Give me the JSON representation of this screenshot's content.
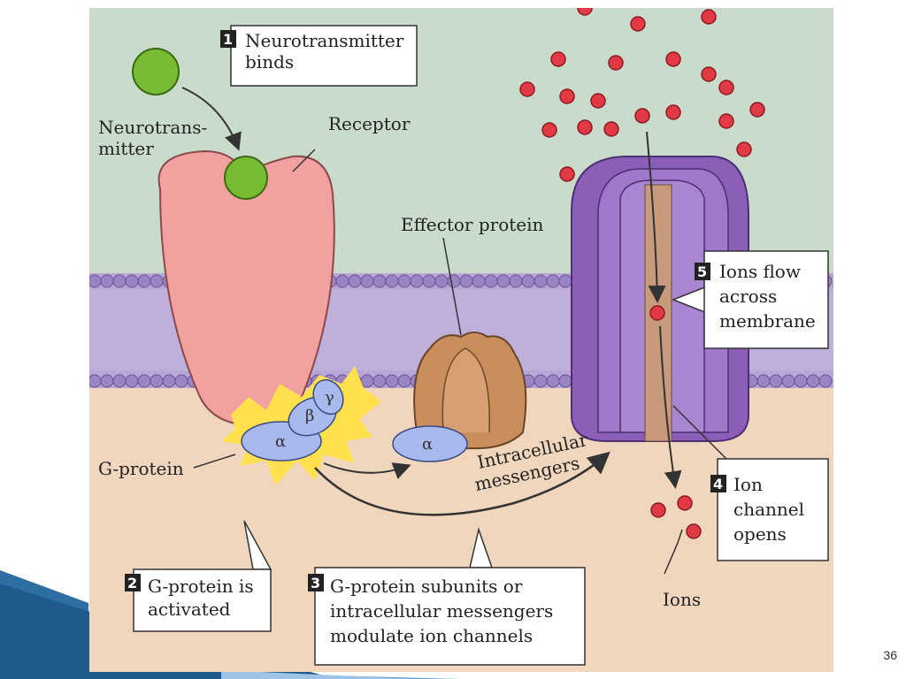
{
  "page_number": "36",
  "labels": {
    "neurotransmitter": [
      "Neurotrans-",
      "mitter"
    ],
    "receptor": "Receptor",
    "effector_protein": "Effector protein",
    "g_protein": "G-protein",
    "ions": "Ions",
    "intracellular_messengers": [
      "Intracellular",
      "messengers"
    ],
    "subunit_alpha": "α",
    "subunit_beta": "β",
    "subunit_gamma": "γ",
    "effector_alpha": "α"
  },
  "steps": [
    {
      "number": "1",
      "lines": [
        "Neurotransmitter",
        "binds"
      ]
    },
    {
      "number": "2",
      "lines": [
        "G-protein is",
        "activated"
      ]
    },
    {
      "number": "3",
      "lines": [
        "G-protein subunits or",
        "intracellular messengers",
        "modulate ion channels"
      ]
    },
    {
      "number": "4",
      "lines": [
        "Ion",
        "channel",
        "opens"
      ]
    },
    {
      "number": "5",
      "lines": [
        "Ions flow",
        "across",
        "membrane"
      ]
    }
  ],
  "colors": {
    "extracellular": "#c9dccb",
    "intracellular": "#f0d6bd",
    "membrane": "#a994c9",
    "receptor": "#f2a0a0",
    "neurotransmitter": "#77bb33",
    "g_protein_alpha": "#a8b9ee",
    "effector": "#c98e5c",
    "ion_channel": "#8b5fb8",
    "ion": "#e23a44",
    "star": "#ffe14d"
  }
}
